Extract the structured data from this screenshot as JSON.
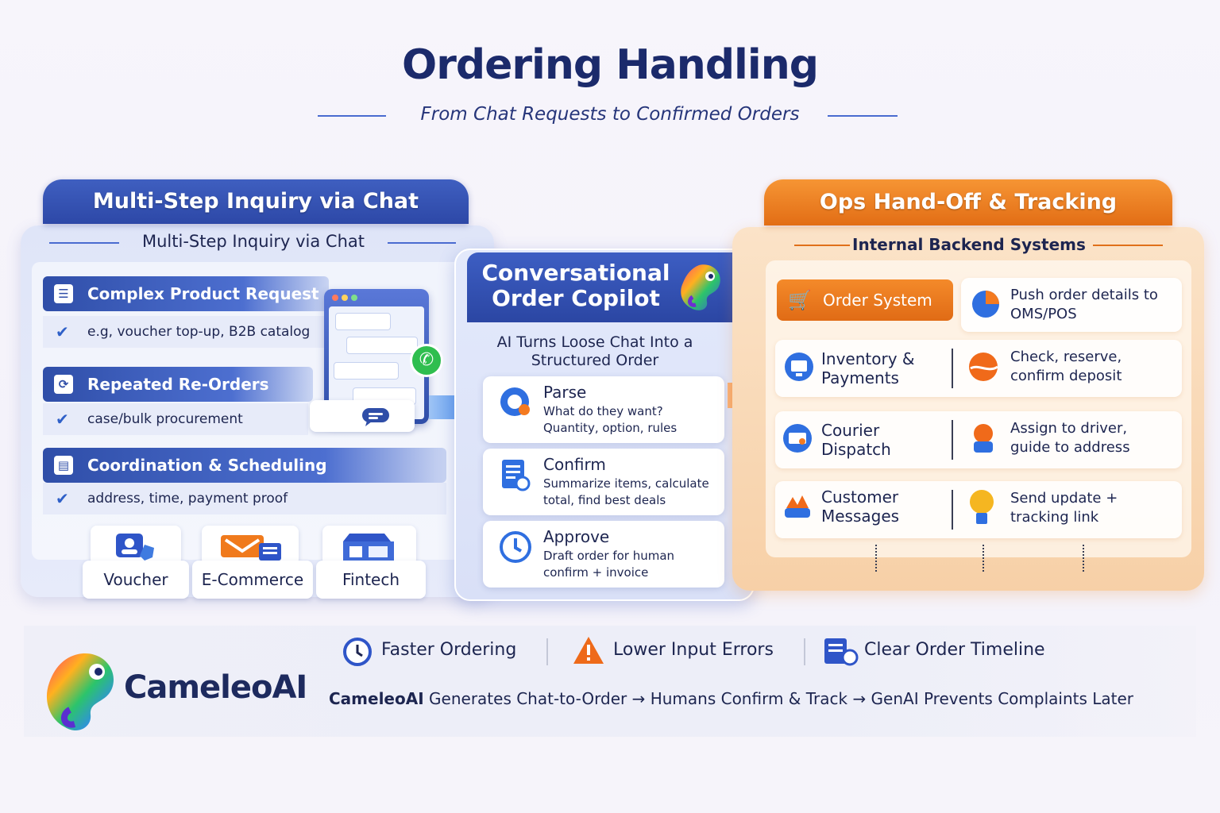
{
  "header": {
    "title": "Ordering Handling",
    "subtitle": "From Chat Requests to Confirmed Orders"
  },
  "left": {
    "tab_title": "Multi-Step Inquiry via Chat",
    "panel_title": "Multi-Step Inquiry via Chat",
    "categories": [
      {
        "title": "Complex Product Request",
        "detail": "e.g, voucher top-up, B2B catalog"
      },
      {
        "title": "Repeated Re-Orders",
        "detail": "case/bulk procurement"
      },
      {
        "title": "Coordination & Scheduling",
        "detail": "address, time, payment proof"
      }
    ],
    "industries": [
      "Voucher",
      "E-Commerce",
      "Fintech"
    ]
  },
  "center": {
    "title": "Conversational Order Copilot",
    "subtitle": "AI Turns Loose Chat Into a Structured Order",
    "steps": [
      {
        "title": "Parse",
        "desc": "What do they want? Quantity, option, rules"
      },
      {
        "title": "Confirm",
        "desc": "Summarize items, calculate total, find best deals"
      },
      {
        "title": "Approve",
        "desc": "Draft order for human confirm + invoice"
      }
    ]
  },
  "right": {
    "tab_title": "Ops Hand-Off & Tracking",
    "panel_title": "Internal Backend Systems",
    "rows": [
      {
        "label": "Order System",
        "desc": "Push order details to OMS/POS"
      },
      {
        "label": "Inventory & Payments",
        "desc": "Check, reserve, confirm deposit"
      },
      {
        "label": "Courier Dispatch",
        "desc": "Assign to driver, guide to address"
      },
      {
        "label": "Customer Messages",
        "desc": "Send update + tracking link"
      }
    ]
  },
  "footer": {
    "brand": "CameleoAI",
    "features": [
      "Faster Ordering",
      "Lower Input Errors",
      "Clear Order Timeline"
    ],
    "tagline_brand": "CameleoAI",
    "tagline_rest": " Generates Chat-to-Order → Humans Confirm & Track → GenAI Prevents Complaints Later"
  },
  "colors": {
    "primary_blue": "#2d48a7",
    "accent_orange": "#e26d15",
    "text_dark": "#1d2550"
  }
}
